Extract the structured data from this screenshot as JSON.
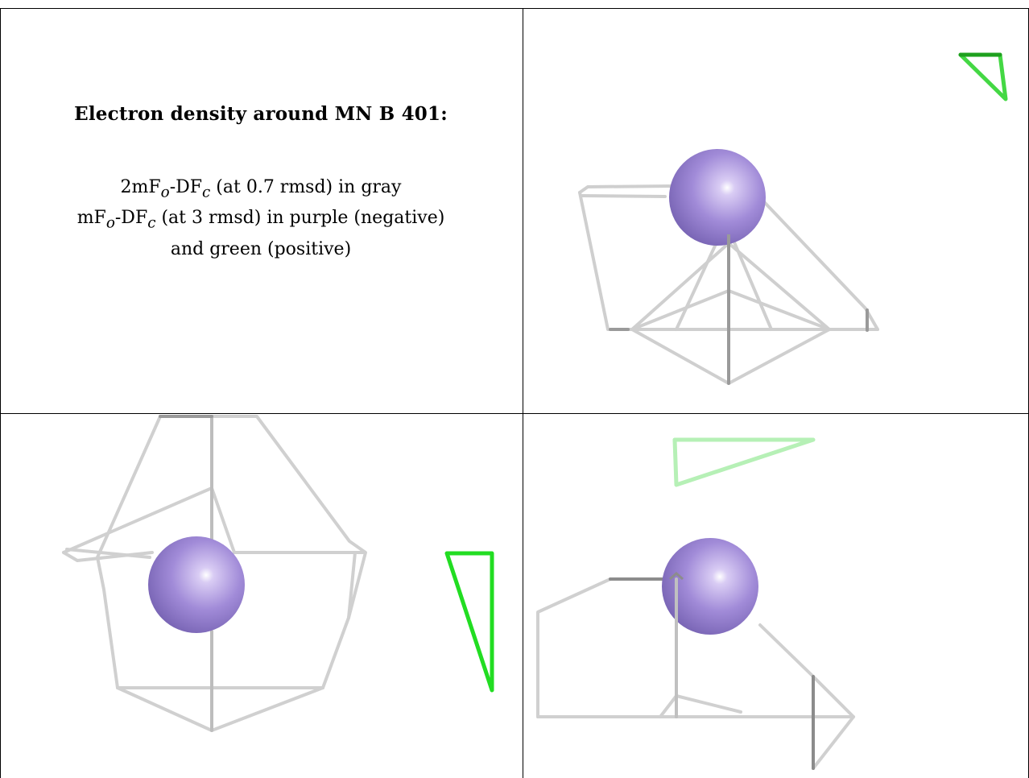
{
  "caption": {
    "title": "Electron density around MN B 401:",
    "line1": "2mF",
    "line1_sub_o": "o",
    "line1_mid": "-DF",
    "line1_sub_c": "c",
    "line1_rest": " (at 0.7 rmsd) in gray",
    "line2": "mF",
    "line2_sub_o": "o",
    "line2_mid": "-DF",
    "line2_sub_c": "c",
    "line2_rest": " (at 3 rmsd) in purple (negative)",
    "line3": "and green (positive)"
  },
  "colors": {
    "mesh_gray": "#c8c8c8",
    "mesh_dark": "#7a7a7a",
    "atom_purple": "#9f86d6",
    "density_green": "#22dd22",
    "density_green_faint": "#b6f0b6",
    "grid_line": "#000000"
  },
  "views": [
    {
      "label": "",
      "atom": "MN"
    },
    {
      "label": "",
      "atom": "MN"
    },
    {
      "label": "",
      "atom": "MN"
    }
  ]
}
